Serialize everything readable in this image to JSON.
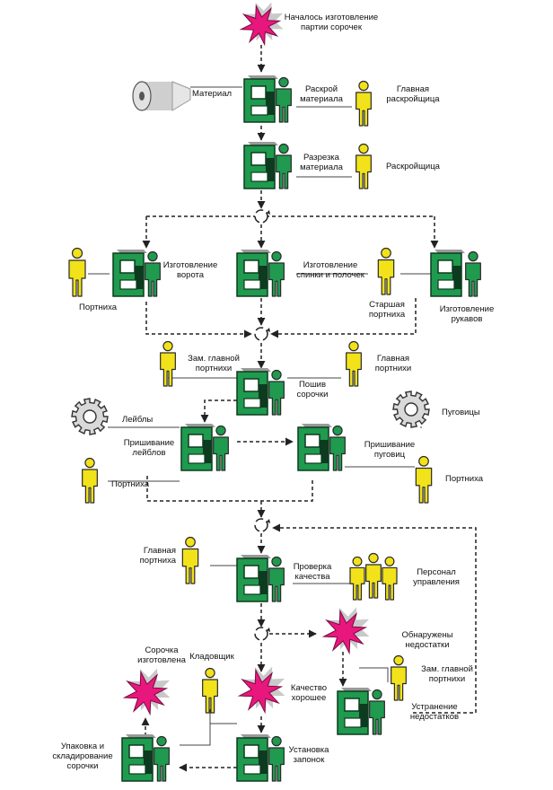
{
  "colors": {
    "machine": "#1f9a4e",
    "machine_dark": "#0d3b1f",
    "operator": "#1f9a4e",
    "staff": "#f2e21a",
    "staff_outline": "#2a2a2a",
    "event": "#e8177d",
    "event_burst": "#c9c9c9",
    "gear": "#d9d9d9",
    "connector": "#222222"
  },
  "icons": {
    "event": "starburst-icon",
    "machine": "workstation-icon",
    "person": "person-icon",
    "gear": "gear-icon",
    "material": "fabric-roll-icon",
    "merge": "cycle-connector-icon"
  },
  "diagram": {
    "start_event": [
      "Началось изготовление",
      "партии сорочек"
    ],
    "material": [
      "Материал"
    ],
    "cutting": [
      "Раскрой",
      "материала"
    ],
    "head_cutter": [
      "Главная",
      "раскройщица"
    ],
    "slicing": [
      "Разрезка",
      "материала"
    ],
    "cutter": [
      "Раскройщица"
    ],
    "collar": [
      "Изготовление",
      "ворота"
    ],
    "seamstress_1": [
      "Портниха"
    ],
    "back_front": [
      "Изготовление",
      "спинки и полочек"
    ],
    "senior_seamstress": [
      "Старшая",
      "портниха"
    ],
    "sleeves": [
      "Изготовление",
      "рукавов"
    ],
    "deputy_head_1": [
      "Зам. главной",
      "портнихи"
    ],
    "head_seamstress_1": [
      "Главная",
      "портнихи"
    ],
    "sewing": [
      "Пошив",
      "сорочки"
    ],
    "labels_gear": [
      "Лейблы"
    ],
    "labels_attach": [
      "Пришивание",
      "лейблов"
    ],
    "seamstress_2": [
      "Портниха"
    ],
    "buttons_gear": [
      "Пуговицы"
    ],
    "buttons_attach": [
      "Пришивание",
      "пуговиц"
    ],
    "seamstress_3": [
      "Портниха"
    ],
    "head_seamstress_2": [
      "Главная",
      "портниха"
    ],
    "quality_check": [
      "Проверка",
      "качества"
    ],
    "management": [
      "Персонал",
      "управления"
    ],
    "defects_event": [
      "Обнаружены",
      "недостатки"
    ],
    "done_event": [
      "Сорочка",
      "изготовлена"
    ],
    "storekeeper": [
      "Кладовщик"
    ],
    "quality_ok_event": [
      "Качество",
      "хорошее"
    ],
    "deputy_head_2": [
      "Зам. главной",
      "портнихи"
    ],
    "fix_defects": [
      "Устранение",
      "недостатков"
    ],
    "packing": [
      "Упаковка и",
      "складирование",
      "сорочки"
    ],
    "cufflinks": [
      "Установка",
      "запонок"
    ]
  }
}
